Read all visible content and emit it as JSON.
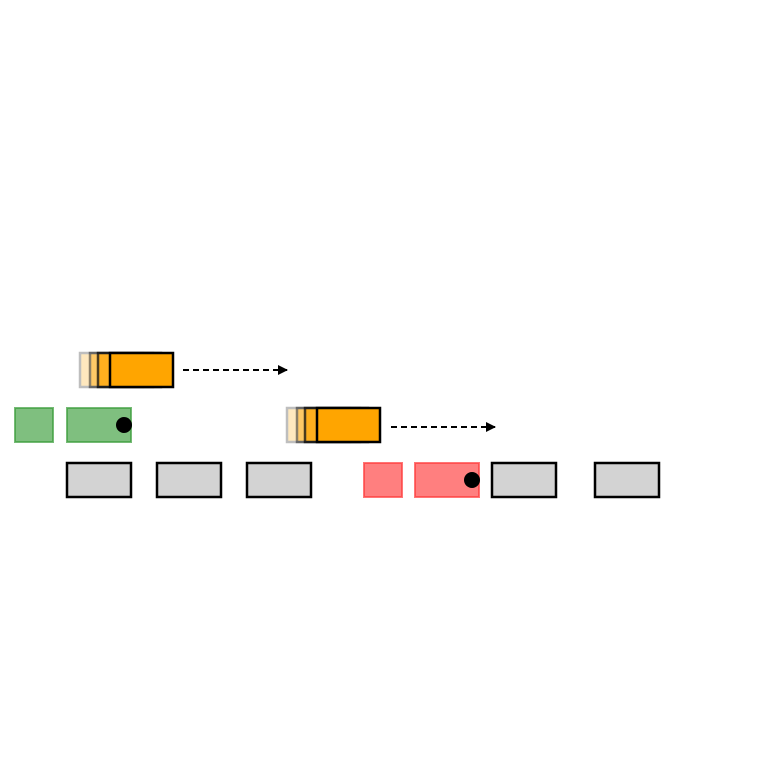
{
  "colors": {
    "background": "#ffffff",
    "mover": "#ffa500",
    "mover_outline": "#000000",
    "start_zone": "#3a9d3a",
    "end_zone": "#ff3b3b",
    "slot_fill": "#d3d3d3",
    "slot_outline": "#000000",
    "arrow": "#000000"
  },
  "diagram": {
    "slots_row": {
      "count": 7
    },
    "start_zone": {
      "blocks": 2,
      "has_marker_dot": true
    },
    "end_zone": {
      "blocks": 2,
      "has_marker_dot": true
    },
    "movers": [
      {
        "trail_copies": 3,
        "direction": "right",
        "arrow_style": "dashed"
      },
      {
        "trail_copies": 3,
        "direction": "right",
        "arrow_style": "dashed"
      }
    ]
  }
}
